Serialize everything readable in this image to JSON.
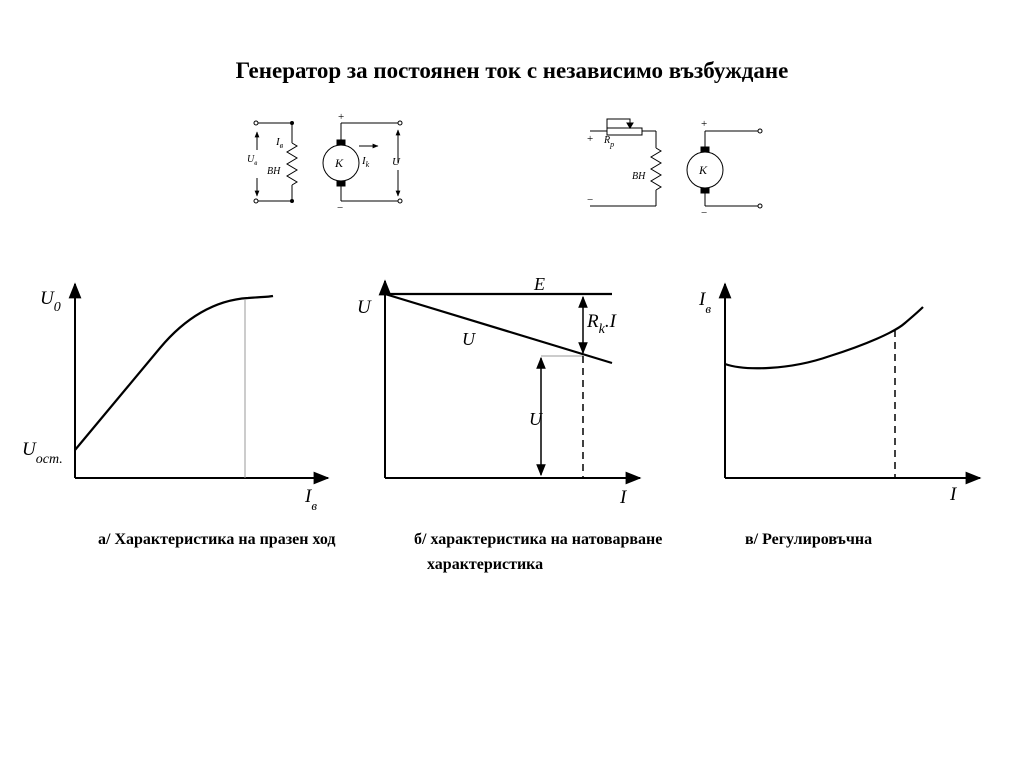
{
  "title": "Генератор за постоянен ток с независимо възбуждане",
  "circuit_a": {
    "plus": "+",
    "minus": "−",
    "field_current": "I",
    "field_current_sub": "в",
    "field_voltage": "U",
    "field_voltage_sub": "в",
    "winding": "ВН",
    "armature": "K",
    "armature_current": "I",
    "armature_current_sub": "k",
    "output_voltage": "U"
  },
  "circuit_b": {
    "plus": "+",
    "minus": "−",
    "rheostat": "R",
    "rheostat_sub": "p",
    "winding": "ВН",
    "armature": "K"
  },
  "graphs": {
    "a": {
      "ylabel": "U",
      "ylabel_sub": "0",
      "y0_label": "U",
      "y0_label_sub": "ост.",
      "xlabel": "I",
      "xlabel_sub": "в"
    },
    "b": {
      "ylabel": "U",
      "e_label": "E",
      "u_curve_label": "U",
      "drop_label": "R",
      "drop_sub": "k",
      "drop_suffix": ".I",
      "u_arrow_label": "U",
      "xlabel": "I"
    },
    "c": {
      "ylabel": "I",
      "ylabel_sub": "в",
      "xlabel": "I"
    }
  },
  "captions": {
    "a": "а/ Характеристика на празен ход",
    "b": "б/ характеристика на натоварване",
    "c": "в/ Регулировъчна",
    "c2": "характеристика"
  }
}
